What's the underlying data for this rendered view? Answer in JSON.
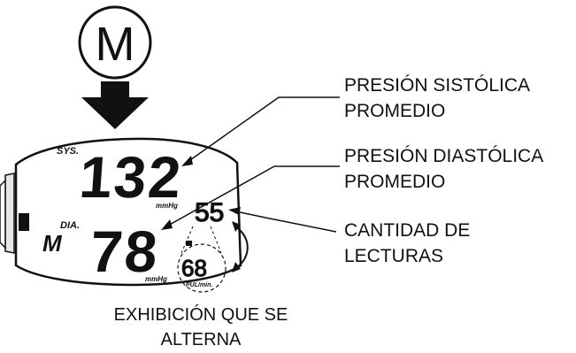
{
  "button": {
    "letter": "M"
  },
  "display": {
    "sys_label": "SYS.",
    "dia_label": "DIA.",
    "mode_letter": "M",
    "systolic_value": "132",
    "diastolic_value": "78",
    "unit_sys": "mmHg",
    "unit_dia": "mmHg",
    "readings_count": "55",
    "pulse_value": "68",
    "pulse_unit": "PUL/min."
  },
  "callouts": {
    "systolic": {
      "line1": "PRESIÓN SISTÓLICA",
      "line2": "PROMEDIO"
    },
    "diastolic": {
      "line1": "PRESIÓN DIASTÓLICA",
      "line2": "PROMEDIO"
    },
    "count": {
      "line1": "CANTIDAD DE",
      "line2": "LECTURAS"
    },
    "alternate": {
      "line1": "EXHIBICIÓN QUE SE",
      "line2": "ALTERNA"
    }
  },
  "colors": {
    "ink": "#111111",
    "background": "#ffffff"
  }
}
